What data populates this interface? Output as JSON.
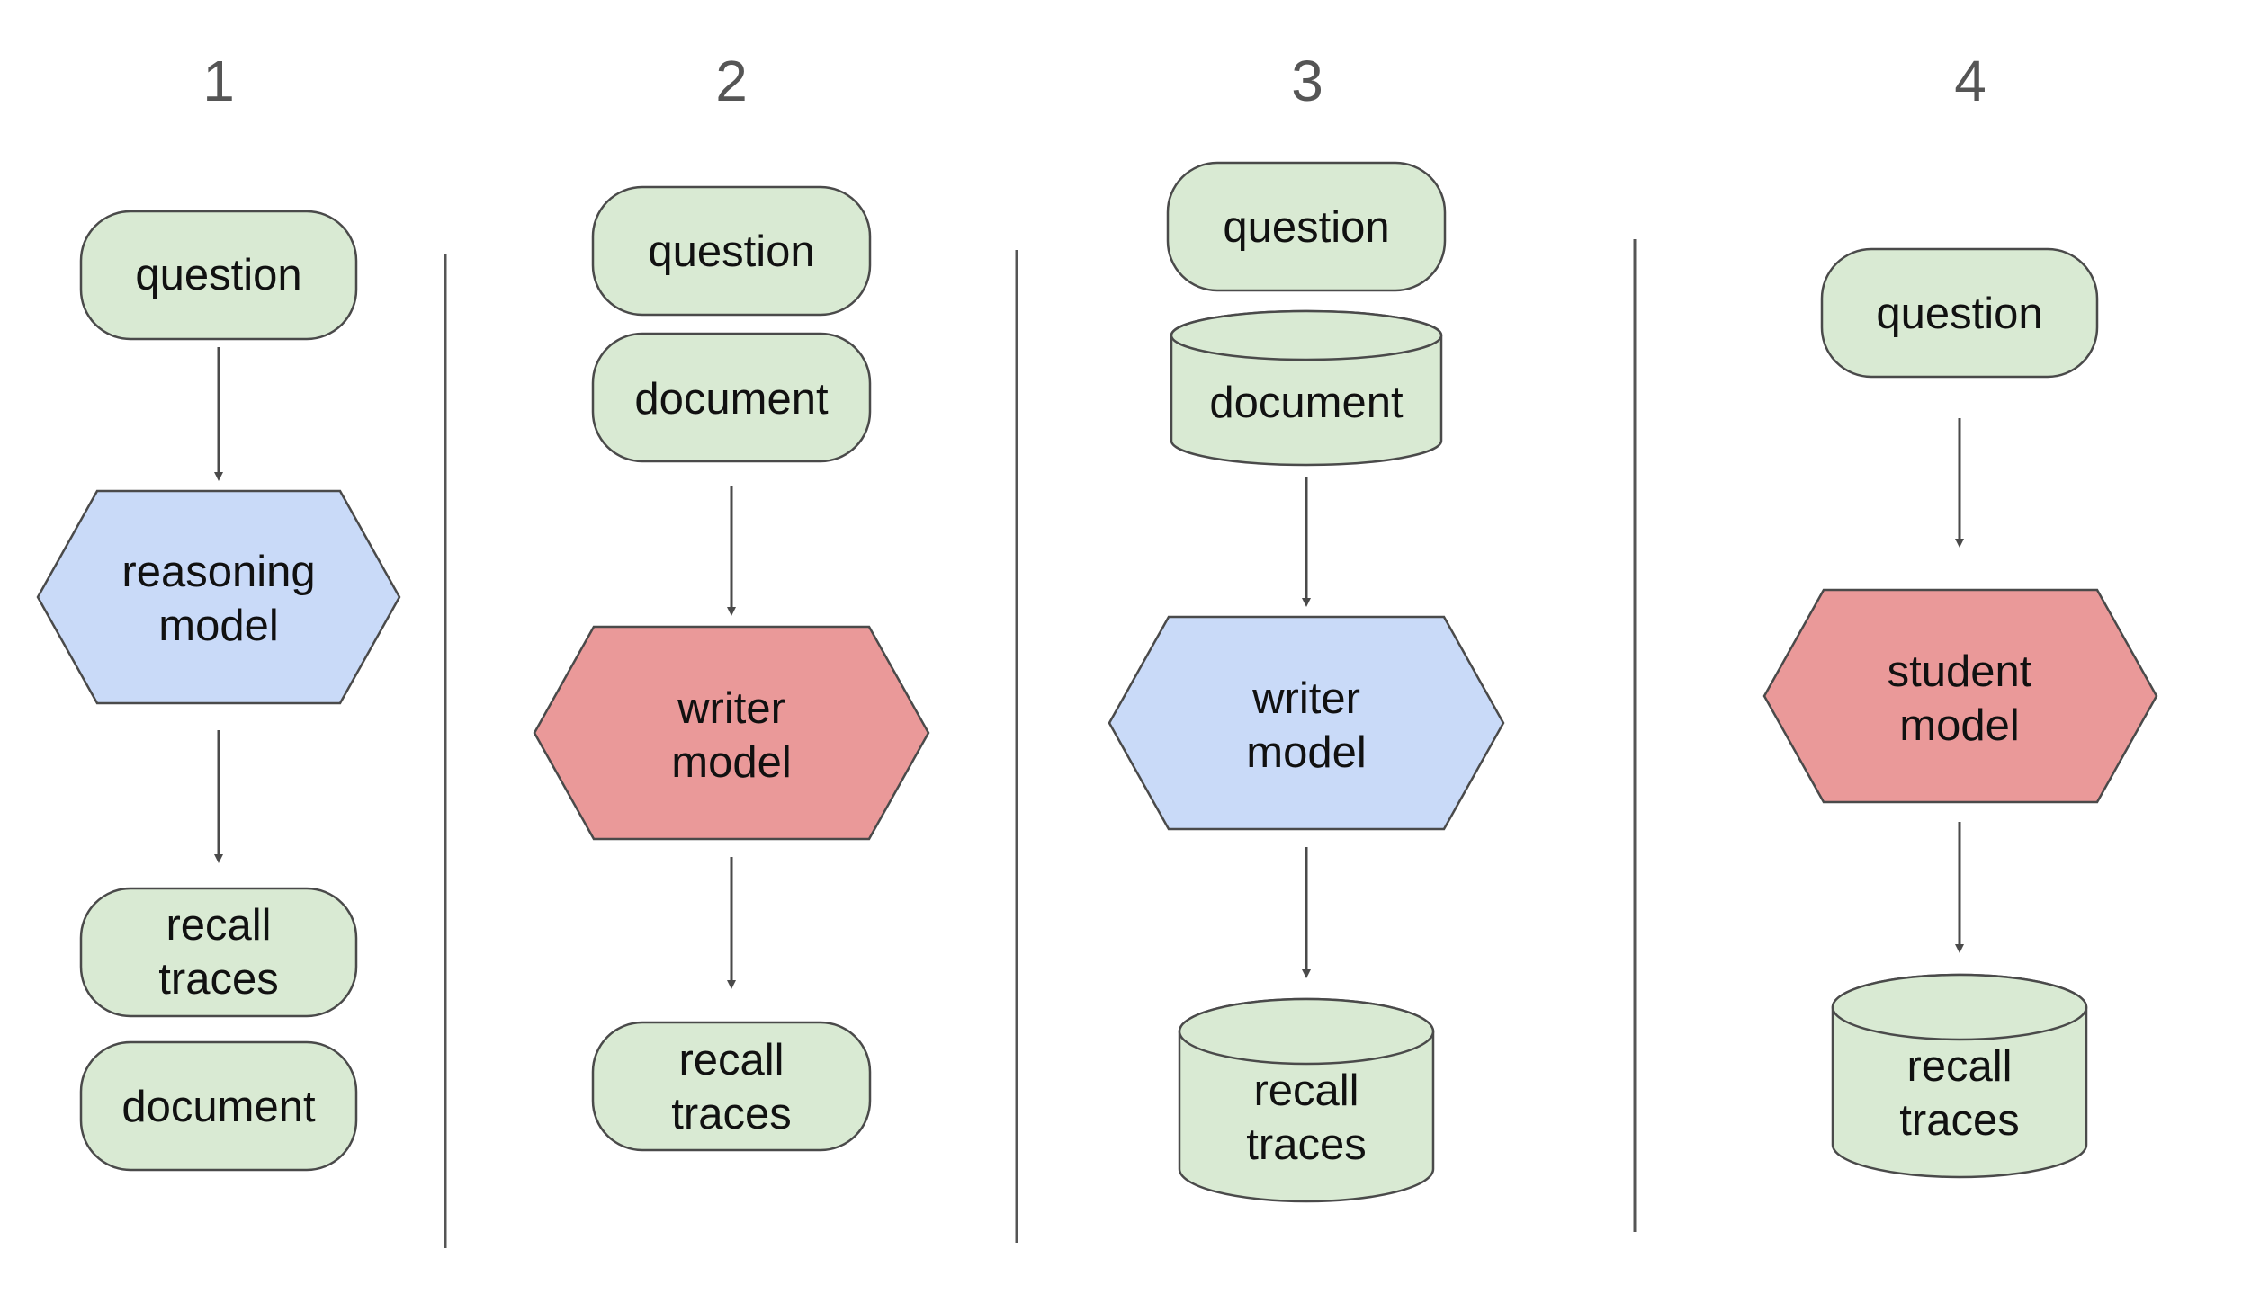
{
  "colors": {
    "green_fill": "#d9ead3",
    "blue_fill": "#c9daf8",
    "red_fill": "#ea9999",
    "outline": "#4a4a4a",
    "text": "#111111",
    "number_text": "#555555"
  },
  "columns": [
    {
      "number": "1",
      "nodes": [
        {
          "shape": "rounded-rect",
          "fill": "green",
          "label": "question"
        },
        {
          "shape": "hexagon",
          "fill": "blue",
          "label_lines": [
            "reasoning",
            "model"
          ]
        },
        {
          "shape": "rounded-rect",
          "fill": "green",
          "label_lines": [
            "recall",
            "traces"
          ]
        },
        {
          "shape": "rounded-rect",
          "fill": "green",
          "label": "document"
        }
      ]
    },
    {
      "number": "2",
      "nodes": [
        {
          "shape": "rounded-rect",
          "fill": "green",
          "label": "question"
        },
        {
          "shape": "rounded-rect",
          "fill": "green",
          "label": "document"
        },
        {
          "shape": "hexagon",
          "fill": "red",
          "label_lines": [
            "writer",
            "model"
          ]
        },
        {
          "shape": "rounded-rect",
          "fill": "green",
          "label_lines": [
            "recall",
            "traces"
          ]
        }
      ]
    },
    {
      "number": "3",
      "nodes": [
        {
          "shape": "rounded-rect",
          "fill": "green",
          "label": "question"
        },
        {
          "shape": "cylinder",
          "fill": "green",
          "label": "document"
        },
        {
          "shape": "hexagon",
          "fill": "blue",
          "label_lines": [
            "writer",
            "model"
          ]
        },
        {
          "shape": "cylinder",
          "fill": "green",
          "label_lines": [
            "recall",
            "traces"
          ]
        }
      ]
    },
    {
      "number": "4",
      "nodes": [
        {
          "shape": "rounded-rect",
          "fill": "green",
          "label": "question"
        },
        {
          "shape": "hexagon",
          "fill": "red",
          "label_lines": [
            "student",
            "model"
          ]
        },
        {
          "shape": "cylinder",
          "fill": "green",
          "label_lines": [
            "recall",
            "traces"
          ]
        }
      ]
    }
  ]
}
